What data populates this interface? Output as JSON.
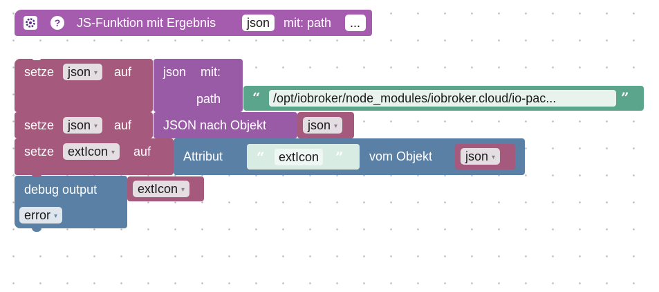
{
  "function_block": {
    "label": "JS-Funktion mit Ergebnis",
    "result_var": "json",
    "params_label": "mit: path",
    "more": "..."
  },
  "row1": {
    "setze": "setze",
    "var": "json",
    "auf": "auf",
    "call_label": "json",
    "call_mit": "mit:",
    "param_name": "path",
    "string_value": "/opt/iobroker/node_modules/iobroker.cloud/io-pac..."
  },
  "row2": {
    "setze": "setze",
    "var": "json",
    "auf": "auf",
    "convert_label": "JSON nach Objekt",
    "source_var": "json"
  },
  "row3": {
    "setze": "setze",
    "var": "extIcon",
    "auf": "auf",
    "attr_label": "Attribut",
    "attr_name": "extIcon",
    "of_object_label": "vom Objekt",
    "object_var": "json"
  },
  "row4": {
    "debug_label": "debug output",
    "debug_var": "extIcon",
    "level": "error"
  },
  "icons": {
    "dropdown": "▾",
    "open_quote": "“",
    "close_quote": "”"
  },
  "colors": {
    "function_purple": "#a65cae",
    "variable_red": "#a5597c",
    "call_purple": "#995ba5",
    "text_green": "#5ba58c",
    "debug_blue": "#5b80a5"
  }
}
